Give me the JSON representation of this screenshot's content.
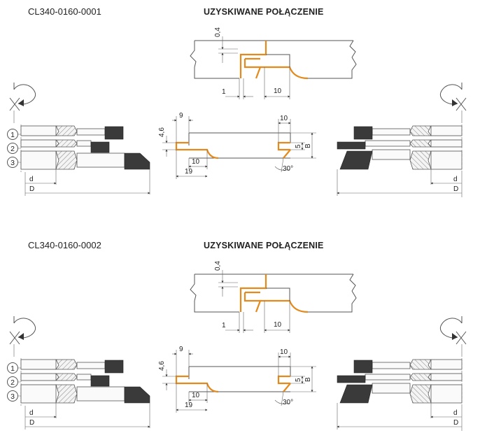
{
  "sections": [
    {
      "code": "CL340-0160-0001",
      "title": "UZYSKIWANE POŁĄCZENIE",
      "joint": {
        "dim_vertical": "0,4",
        "dim_left": "1",
        "dim_right": "10"
      },
      "tools": {
        "positions": [
          "1",
          "2",
          "3"
        ],
        "dim_small": "d",
        "dim_large": "D"
      },
      "profile": {
        "dim_top_left": "9",
        "dim_top_right": "10",
        "dim_left_height": "4,6",
        "dim_bottom_inner": "10",
        "dim_bottom_outer": "19",
        "dim_groove": "5",
        "dim_thickness": "B",
        "dim_angle": "30°"
      }
    },
    {
      "code": "CL340-0160-0002",
      "title": "UZYSKIWANE POŁĄCZENIE",
      "joint": {
        "dim_vertical": "0,4",
        "dim_left": "1",
        "dim_right": "10"
      },
      "tools": {
        "positions": [
          "1",
          "2",
          "3"
        ],
        "dim_small": "d",
        "dim_large": "D"
      },
      "profile": {
        "dim_top_left": "9",
        "dim_top_right": "10",
        "dim_left_height": "4,6",
        "dim_bottom_inner": "10",
        "dim_bottom_outer": "19",
        "dim_groove": "5",
        "dim_thickness": "B",
        "dim_angle": "30°"
      }
    }
  ]
}
